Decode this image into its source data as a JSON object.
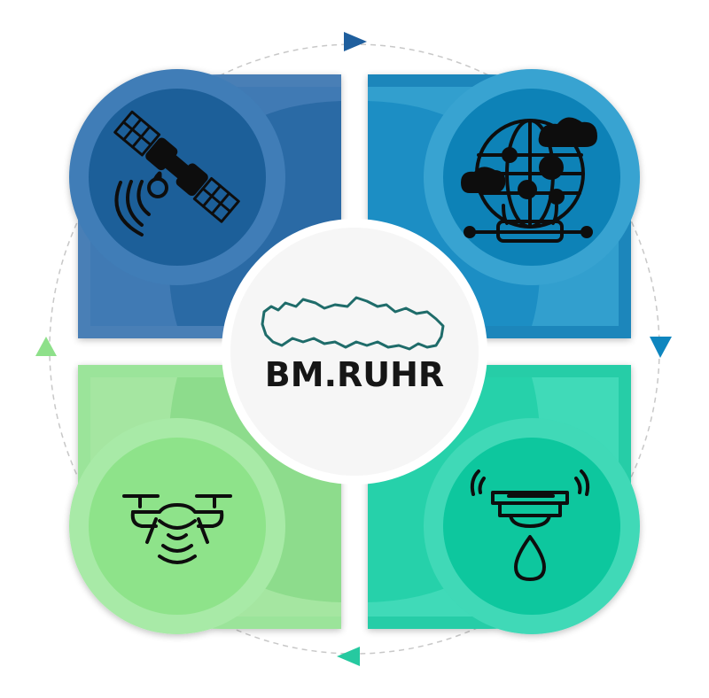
{
  "diagram": {
    "center": {
      "title": "BM.RUHR",
      "map_icon": "region-outline-map-icon"
    },
    "quadrants": [
      {
        "id": "top-left",
        "icon": "satellite-icon",
        "color": "#2a6aa5",
        "color_light": "#4f88bb",
        "circle": "#1e5f99",
        "circle_ring": "#3e7db5"
      },
      {
        "id": "top-right",
        "icon": "globe-network-icon",
        "color": "#1d8fc2",
        "color_light": "#3aa6d3",
        "circle": "#0d82b7",
        "circle_ring": "#36a0cf"
      },
      {
        "id": "bottom-left",
        "icon": "drone-icon",
        "color": "#8fe08f",
        "color_light": "#abe9a6",
        "circle": "#8ee38a",
        "circle_ring": "#a9ebaa"
      },
      {
        "id": "bottom-right",
        "icon": "water-sensor-icon",
        "color": "#22cfa8",
        "color_light": "#44dcba",
        "circle": "#0cc79e",
        "circle_ring": "#3fd9b7"
      }
    ],
    "cycle_arrows": [
      {
        "position": "top",
        "color": "#1f5f9e"
      },
      {
        "position": "right",
        "color": "#0e86bf"
      },
      {
        "position": "bottom",
        "color": "#26c9a0"
      },
      {
        "position": "left",
        "color": "#8ee08a"
      }
    ],
    "cycle_ring_color": "#c8c8c8",
    "icon_stroke_color": "#111111"
  }
}
